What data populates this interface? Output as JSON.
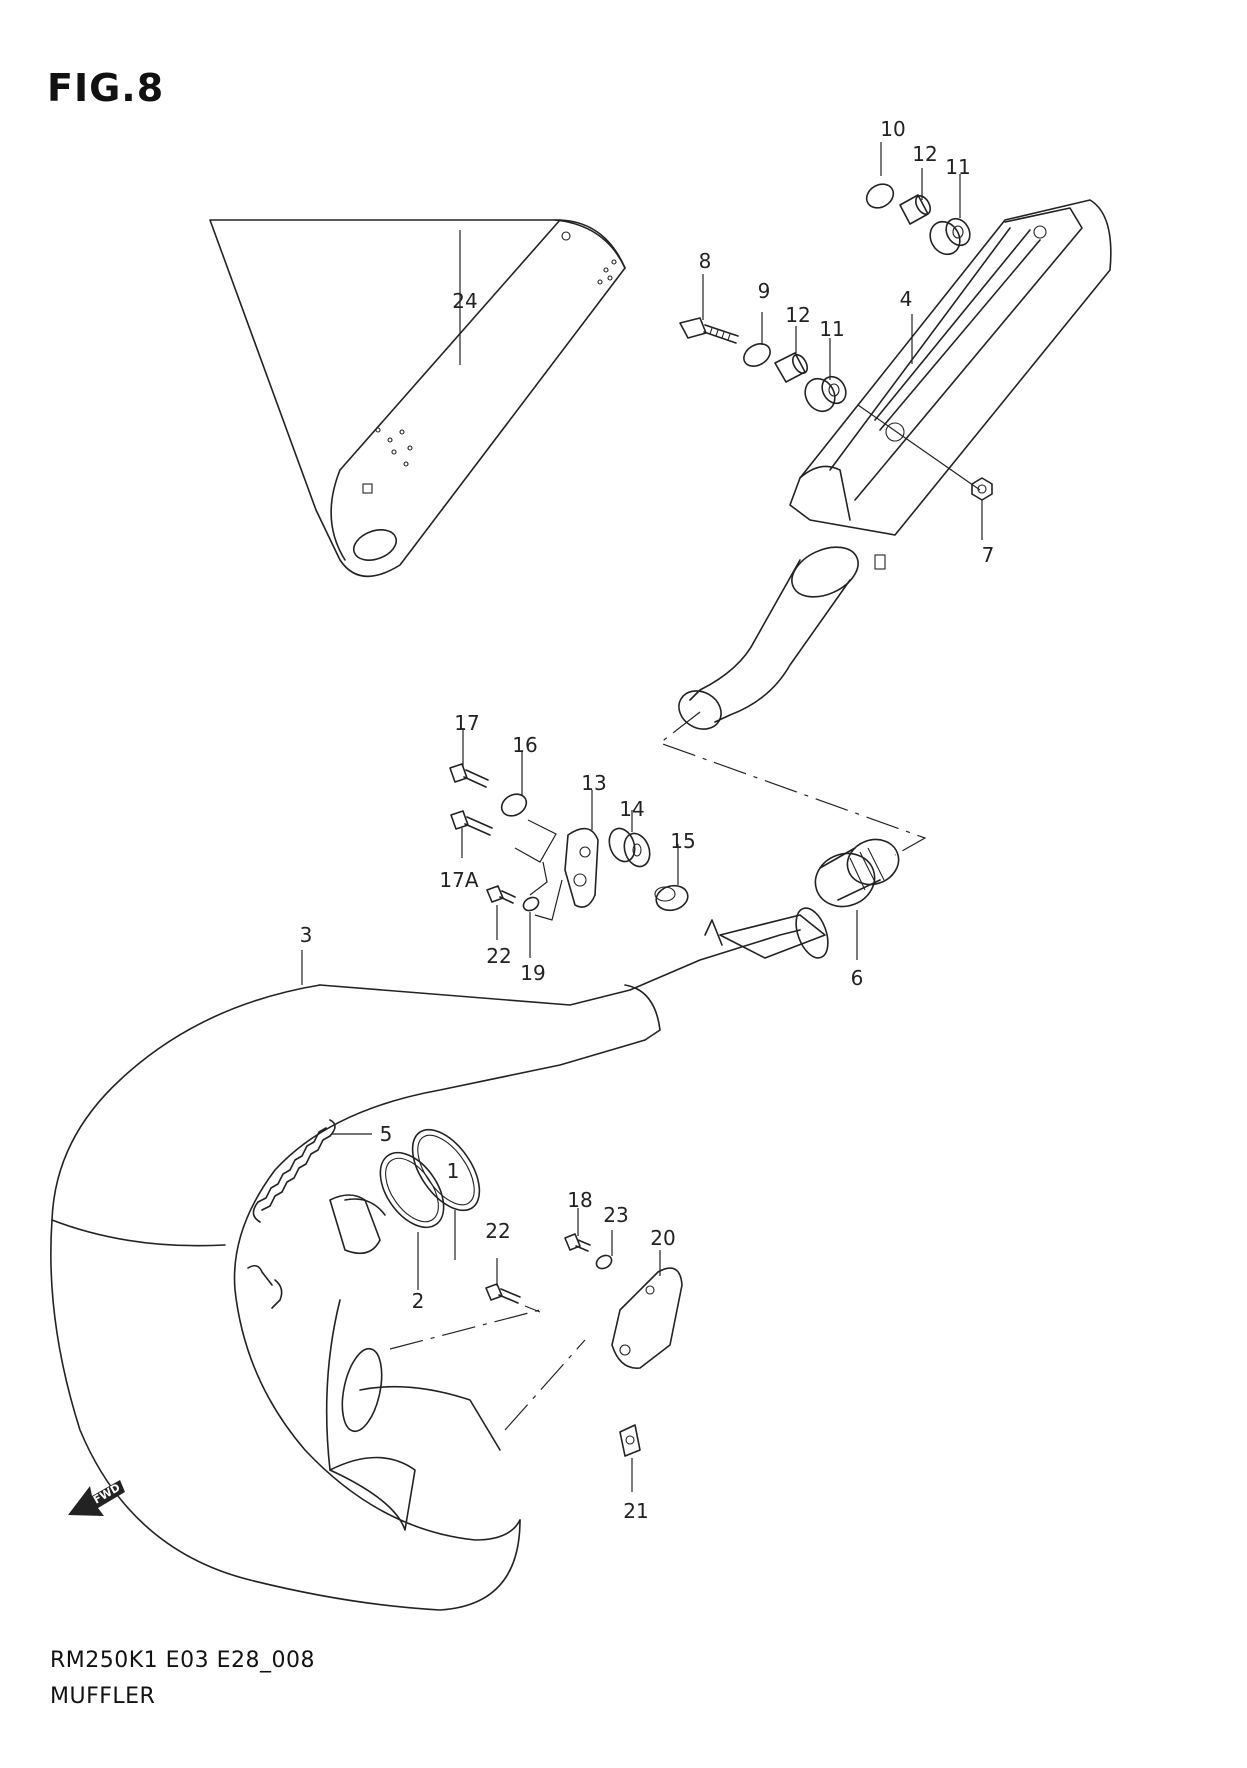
{
  "figure": {
    "title": "FIG.8"
  },
  "footer": {
    "code": "RM250K1 E03 E28_008",
    "name": "MUFFLER"
  },
  "fwd_marker": {
    "label": "FWD"
  },
  "callouts": {
    "n1": "1",
    "n2": "2",
    "n3": "3",
    "n4": "4",
    "n5": "5",
    "n6": "6",
    "n7": "7",
    "n8": "8",
    "n9": "9",
    "n10": "10",
    "n11a": "11",
    "n11b": "11",
    "n12a": "12",
    "n12b": "12",
    "n13": "13",
    "n14": "14",
    "n15": "15",
    "n16": "16",
    "n17": "17",
    "n17a": "17A",
    "n18": "18",
    "n19": "19",
    "n20": "20",
    "n21": "21",
    "n22a": "22",
    "n22b": "22",
    "n23": "23",
    "n24": "24"
  }
}
